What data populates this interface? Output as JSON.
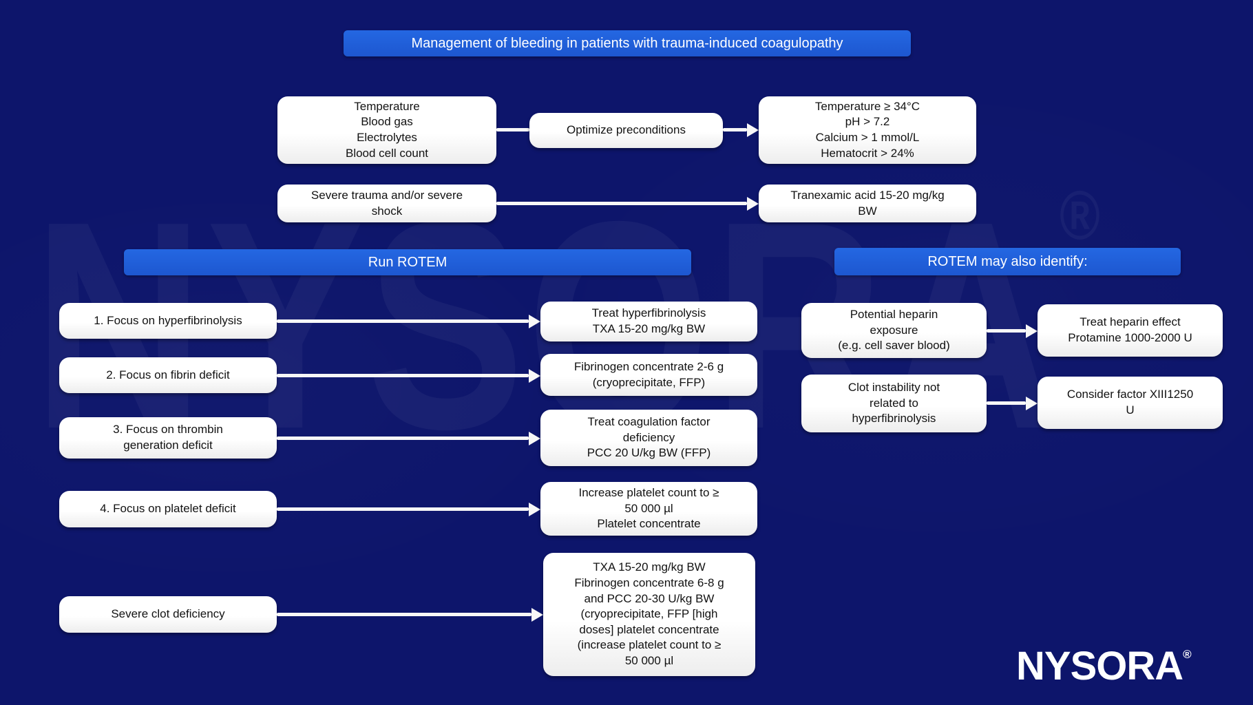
{
  "title": "Management of bleeding in patients with trauma-induced coagulopathy",
  "colors": {
    "background": "#0d156b",
    "banner_blue": "#1e5ed8",
    "box_white": "#ffffff",
    "arrow_white": "#f7f7f7",
    "text_dark": "#121212",
    "text_light": "#ffffff"
  },
  "flow": {
    "preconditions": {
      "checks": "Temperature\nBlood gas\nElectrolytes\nBlood cell count",
      "action": "Optimize preconditions",
      "targets": "Temperature ≥ 34°C\npH > 7.2\nCalcium > 1 mmol/L\nHematocrit > 24%"
    },
    "trauma": {
      "condition": "Severe trauma and/or severe\nshock",
      "treatment": "Tranexamic acid 15-20 mg/kg\nBW"
    },
    "rotem": {
      "banner": "Run ROTEM",
      "rows": [
        {
          "finding": "1. Focus on hyperfibrinolysis",
          "treatment": "Treat hyperfibrinolysis\nTXA 15-20 mg/kg BW"
        },
        {
          "finding": "2. Focus on fibrin deficit",
          "treatment": "Fibrinogen concentrate 2-6 g\n(cryoprecipitate, FFP)"
        },
        {
          "finding": "3. Focus on thrombin\ngeneration deficit",
          "treatment": "Treat coagulation factor\ndeficiency\nPCC 20 U/kg BW (FFP)"
        },
        {
          "finding": "4. Focus on platelet deficit",
          "treatment": "Increase platelet count to ≥\n50 000 µl\nPlatelet concentrate"
        },
        {
          "finding": "Severe clot deficiency",
          "treatment": "TXA 15-20 mg/kg BW\nFibrinogen concentrate 6-8 g\nand PCC 20-30 U/kg BW\n(cryoprecipitate, FFP [high\ndoses] platelet concentrate\n(increase platelet count to ≥\n50 000 µl"
        }
      ]
    },
    "rotem_other": {
      "banner": "ROTEM may also identify:",
      "rows": [
        {
          "finding": "Potential heparin\nexposure\n(e.g. cell saver blood)",
          "treatment": "Treat heparin effect\nProtamine 1000-2000 U"
        },
        {
          "finding": "Clot instability not\nrelated to\nhyperfibrinolysis",
          "treatment": "Consider factor XIII1250\nU"
        }
      ]
    }
  },
  "branding": {
    "logo": "NYSORA",
    "registered": "®",
    "watermark": "NYSORA",
    "watermark_registered": "®"
  }
}
